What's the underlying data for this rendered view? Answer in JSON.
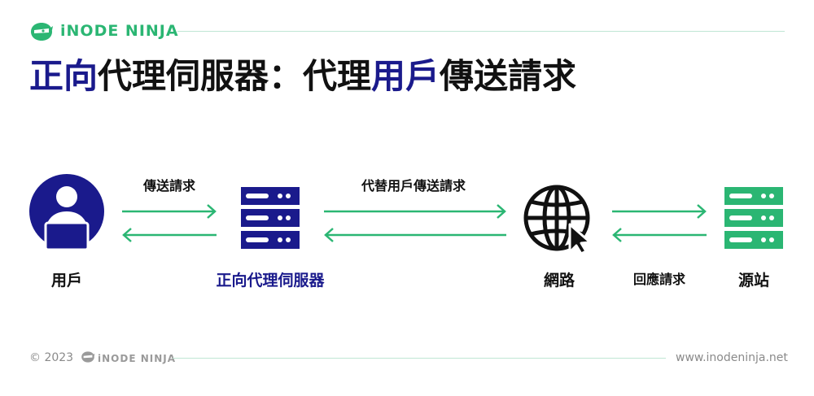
{
  "brand": {
    "name": "iNODE NINJA",
    "accent": "#2bb673",
    "navy": "#1a1a8c"
  },
  "title": {
    "part1": "正向",
    "part2": "代理伺服器：代理",
    "part3": "用戶",
    "part4": "傳送請求"
  },
  "nodes": {
    "user": "用戶",
    "proxy": "正向代理伺服器",
    "internet": "網路",
    "origin": "源站"
  },
  "arrows": {
    "user_proxy": "傳送請求",
    "proxy_internet": "代替用戶傳送請求",
    "internet_origin": "回應請求"
  },
  "footer": {
    "copyright": "© 2023",
    "brand": "iNODE NINJA",
    "url": "www.inodeninja.net"
  }
}
